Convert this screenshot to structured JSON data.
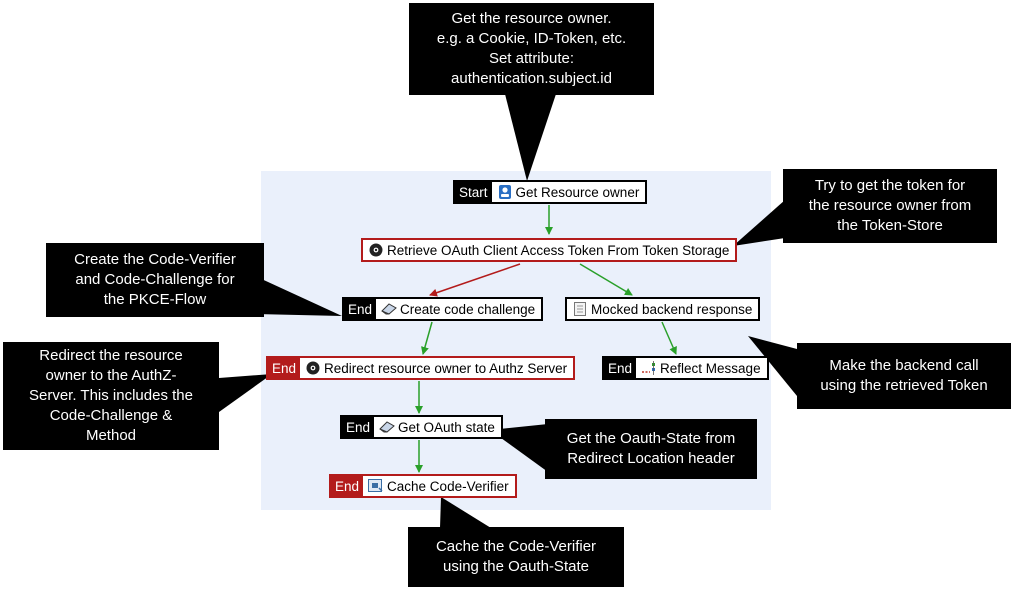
{
  "callouts": {
    "get_owner": [
      "Get the resource owner.",
      "e.g. a Cookie, ID-Token, etc.",
      "Set attribute:",
      "authentication.subject.id"
    ],
    "token": [
      "Try to get the token for",
      "the resource owner from",
      "the Token-Store"
    ],
    "code_verifier": [
      "Create the Code-Verifier",
      "and Code-Challenge for",
      "the PKCE-Flow"
    ],
    "redirect": [
      "Redirect the resource",
      "owner to the AuthZ-",
      "Server. This includes the",
      "Code-Challenge &",
      "Method"
    ],
    "backend": [
      "Make the backend call",
      "using the retrieved Token"
    ],
    "oauth_state": [
      "Get the Oauth-State from",
      "Redirect Location header"
    ],
    "cache": [
      "Cache the Code-Verifier",
      "using the Oauth-State"
    ]
  },
  "nodes": {
    "get_resource_owner": {
      "tag": "Start",
      "label": "Get Resource owner",
      "icon": "identity-icon"
    },
    "retrieve_token": {
      "label": "Retrieve OAuth Client Access Token From Token Storage",
      "icon": "gear-icon"
    },
    "create_code_challenge": {
      "tag": "End",
      "label": "Create code challenge",
      "icon": "eraser-icon"
    },
    "mocked_backend": {
      "label": "Mocked backend response",
      "icon": "document-icon"
    },
    "redirect_owner": {
      "tag": "End",
      "label": "Redirect resource owner to Authz Server",
      "icon": "gear-icon"
    },
    "reflect_message": {
      "tag": "End",
      "label": "Reflect Message",
      "icon": "reflect-icon"
    },
    "get_oauth_state": {
      "tag": "End",
      "label": "Get OAuth state",
      "icon": "eraser-icon"
    },
    "cache_code_verifier": {
      "tag": "End",
      "label": "Cache Code-Verifier",
      "icon": "cache-icon"
    }
  },
  "colors": {
    "success_edge": "#2aa02a",
    "failure_edge": "#b31b1b",
    "background": "#eaf0fb"
  }
}
